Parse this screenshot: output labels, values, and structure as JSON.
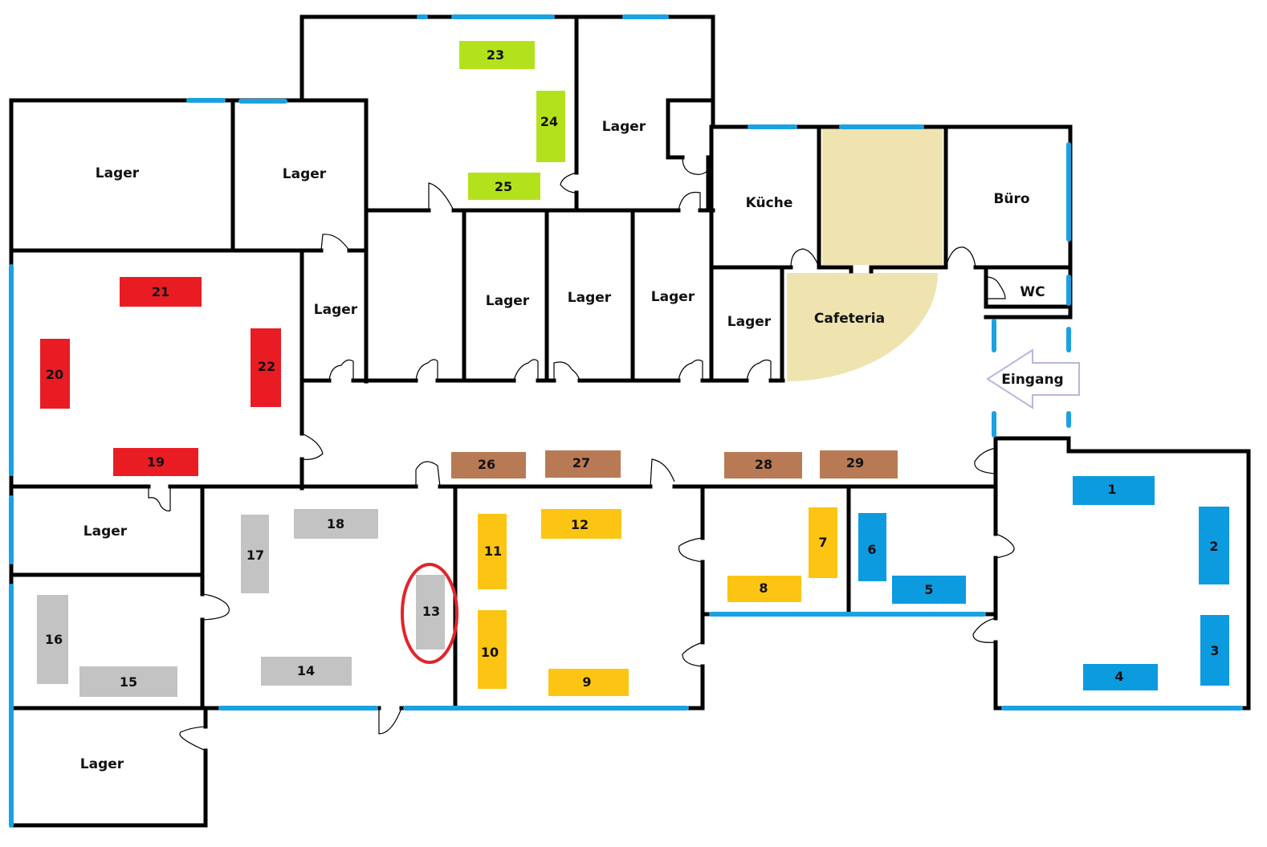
{
  "rooms": {
    "lager": "Lager",
    "kueche": "Küche",
    "buero": "Büro",
    "wc": "WC",
    "cafeteria": "Cafeteria",
    "eingang": "Eingang"
  },
  "colors": {
    "blue": "#0d9be0",
    "yellow": "#fcc513",
    "brown": "#b87a55",
    "gray": "#c3c3c3",
    "red": "#e91c24",
    "green": "#b3e21d",
    "cafeteria": "#efe4b0",
    "window": "#1ba1e2",
    "highlight": "#e0252b",
    "arrow": "#b9b6dc"
  },
  "desks": {
    "d1": "1",
    "d2": "2",
    "d3": "3",
    "d4": "4",
    "d5": "5",
    "d6": "6",
    "d7": "7",
    "d8": "8",
    "d9": "9",
    "d10": "10",
    "d11": "11",
    "d12": "12",
    "d13": "13",
    "d14": "14",
    "d15": "15",
    "d16": "16",
    "d17": "17",
    "d18": "18",
    "d19": "19",
    "d20": "20",
    "d21": "21",
    "d22": "22",
    "d23": "23",
    "d24": "24",
    "d25": "25",
    "d26": "26",
    "d27": "27",
    "d28": "28",
    "d29": "29"
  }
}
